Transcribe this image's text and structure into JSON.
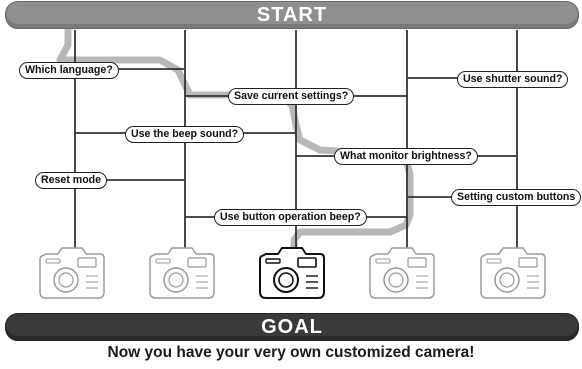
{
  "header": {
    "start_label": "START"
  },
  "footer": {
    "goal_label": "GOAL",
    "caption": "Now you have your very own customized camera!"
  },
  "questions": [
    {
      "text": "Which language?"
    },
    {
      "text": "Save current settings?"
    },
    {
      "text": "Use shutter sound?"
    },
    {
      "text": "Use the beep sound?"
    },
    {
      "text": "What monitor brightness?"
    },
    {
      "text": "Reset mode"
    },
    {
      "text": "Setting custom buttons"
    },
    {
      "text": "Use button operation beep?"
    }
  ],
  "cameras": [
    {
      "state": "faded"
    },
    {
      "state": "faded"
    },
    {
      "state": "selected"
    },
    {
      "state": "faded"
    },
    {
      "state": "faded"
    }
  ],
  "colors": {
    "start_banner": "#8f8f8f",
    "goal_banner": "#3a3a3a",
    "path_highlight": "#b8b8b8",
    "ladder_line": "#333333"
  }
}
